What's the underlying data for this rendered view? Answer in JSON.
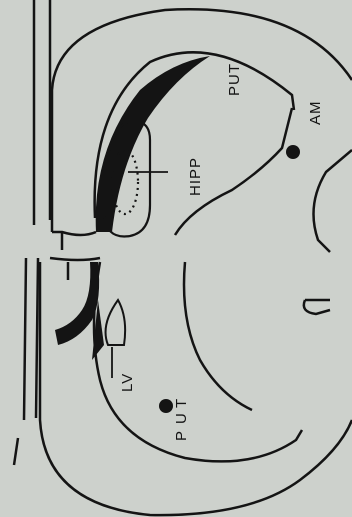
{
  "figure": {
    "background": "#cdd1cc",
    "ink": "#141414",
    "labels": {
      "put_upper": "PUT",
      "am": "AM",
      "hipp": "HIPP",
      "lv": "LV",
      "put_lower_p": "P",
      "put_lower_u": "U",
      "put_lower_t": "T"
    }
  }
}
